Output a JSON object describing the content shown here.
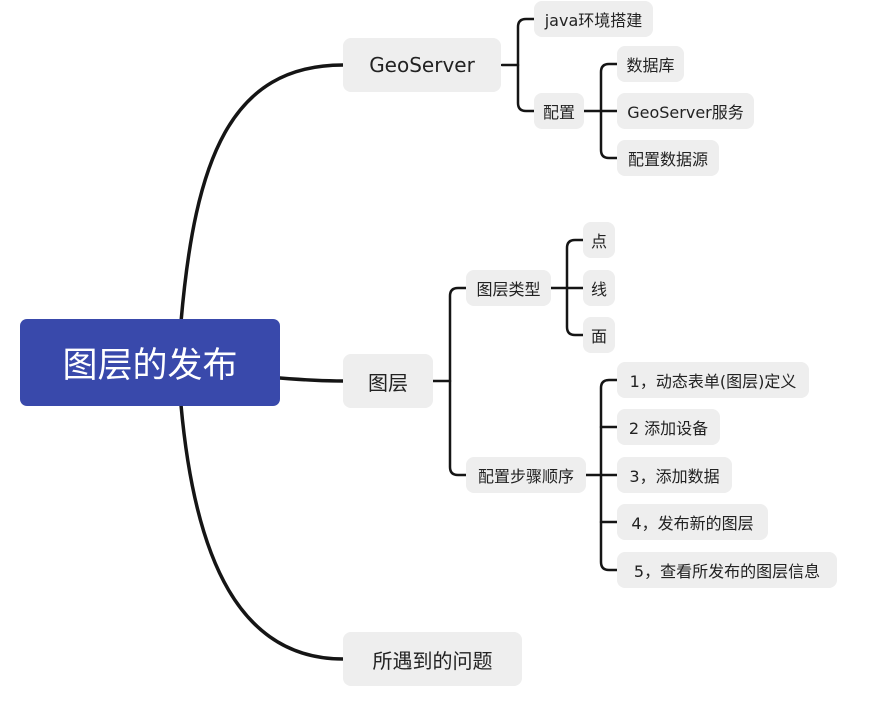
{
  "mindmap": {
    "root": {
      "label": "图层的发布",
      "color": "#3949ab"
    },
    "branches": [
      {
        "label": "GeoServer",
        "children": [
          {
            "label": "java环境搭建",
            "children": []
          },
          {
            "label": "配置",
            "children": [
              {
                "label": "数据库"
              },
              {
                "label": "GeoServer服务"
              },
              {
                "label": "配置数据源"
              }
            ]
          }
        ]
      },
      {
        "label": "图层",
        "children": [
          {
            "label": "图层类型",
            "children": [
              {
                "label": "点"
              },
              {
                "label": "线"
              },
              {
                "label": "面"
              }
            ]
          },
          {
            "label": "配置步骤顺序",
            "children": [
              {
                "label": "1，动态表单(图层)定义"
              },
              {
                "label": "2 添加设备"
              },
              {
                "label": "3，添加数据"
              },
              {
                "label": "4，发布新的图层"
              },
              {
                "label": "5，查看所发布的图层信息"
              }
            ]
          }
        ]
      },
      {
        "label": "所遇到的问题",
        "children": []
      }
    ],
    "node_background": "#eeeeee",
    "line_color": "#151515"
  }
}
